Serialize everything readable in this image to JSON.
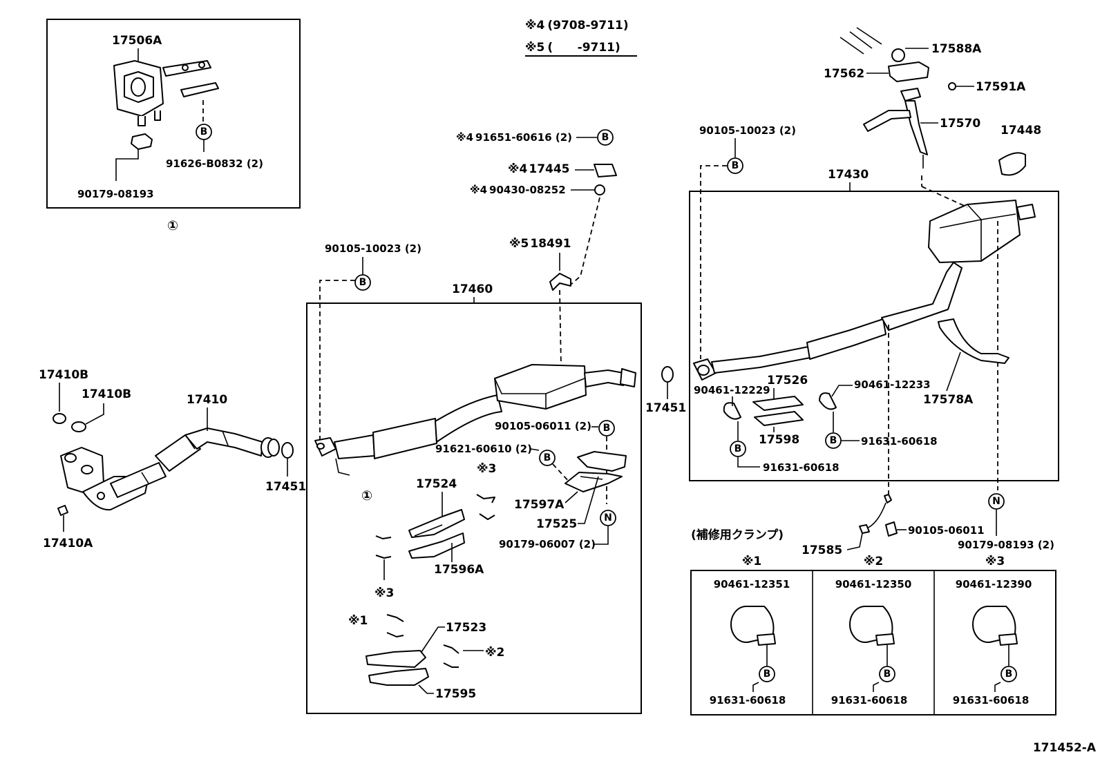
{
  "variant_notes": [
    {
      "mark": "※4",
      "range": "(9708-9711)"
    },
    {
      "mark": "※5",
      "range": "(      -9711)"
    }
  ],
  "callout_letters": {
    "B": "B",
    "N": "N",
    "circle_one": "①"
  },
  "marks": {
    "m1": "※1",
    "m2": "※2",
    "m3": "※3",
    "m4": "※4",
    "m5": "※5"
  },
  "repair_clamp_heading": "(補修用クランプ)",
  "repair_clamps": [
    {
      "mark": "※1",
      "part_no": "90461-12351",
      "bolt_no": "91631-60618"
    },
    {
      "mark": "※2",
      "part_no": "90461-12350",
      "bolt_no": "91631-60618"
    },
    {
      "mark": "※3",
      "part_no": "90461-12390",
      "bolt_no": "91631-60618"
    }
  ],
  "parts": {
    "p17506A": "17506A",
    "p91626": "91626-B0832 (2)",
    "p90179_08193": "90179-08193",
    "p17410B_a": "17410B",
    "p17410B_b": "17410B",
    "p17410": "17410",
    "p17410A": "17410A",
    "p17451_left": "17451",
    "p17451_mid": "17451",
    "p90105_10023_left": "90105-10023 (2)",
    "p17460": "17460",
    "p91651": "91651-60616 (2)",
    "p17445": "17445",
    "p90430": "90430-08252",
    "p18491": "18491",
    "p90105_06011_mid": "90105-06011 (2)",
    "p91621": "91621-60610 (2)",
    "p17597A": "17597A",
    "p17525": "17525",
    "p90179_06007": "90179-06007 (2)",
    "p17524": "17524",
    "p17596A": "17596A",
    "p17523": "17523",
    "p17595": "17595",
    "p90105_10023_right": "90105-10023 (2)",
    "p17430": "17430",
    "p17588A": "17588A",
    "p17562": "17562",
    "p17591A": "17591A",
    "p17570": "17570",
    "p17448": "17448",
    "p90461_12229": "90461-12229",
    "p17526": "17526",
    "p17598": "17598",
    "p90461_12233": "90461-12233",
    "p91631_a": "91631-60618",
    "p91631_b": "91631-60618",
    "p17578A": "17578A",
    "p17585": "17585",
    "p90105_06011_right": "90105-06011",
    "p90179_08193_right": "90179-08193 (2)"
  },
  "figure_id": "171452-A"
}
